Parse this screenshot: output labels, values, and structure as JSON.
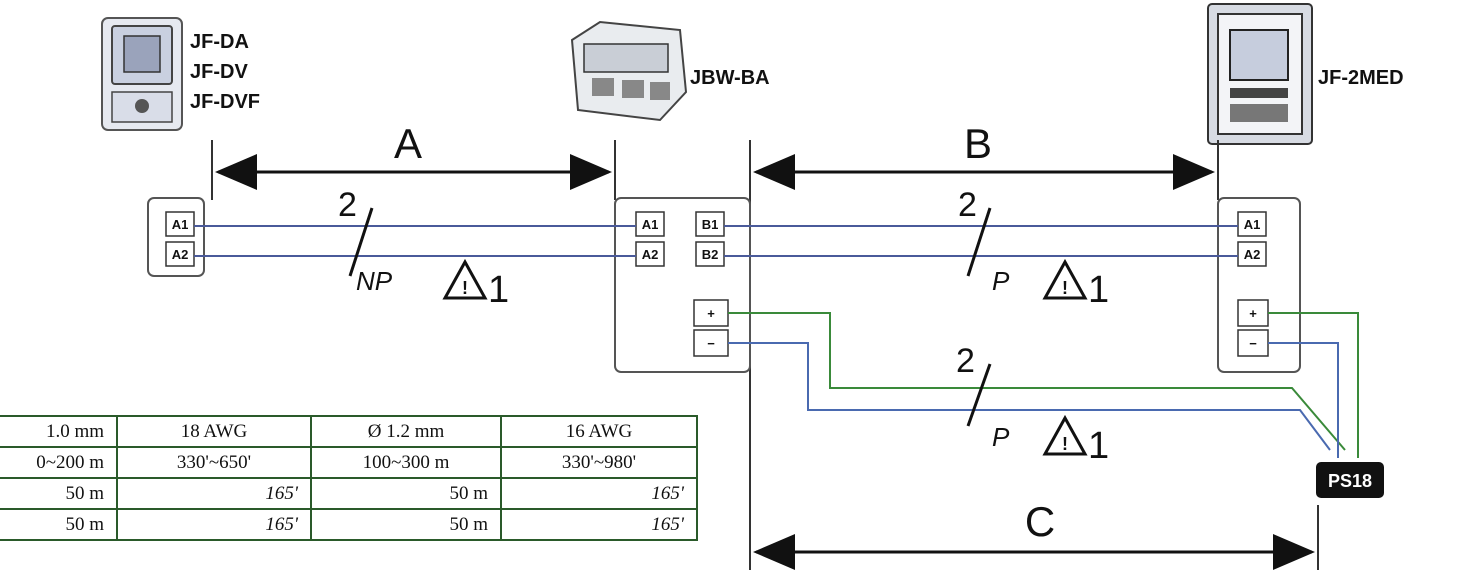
{
  "devices": {
    "door_station": [
      "JF-DA",
      "JF-DV",
      "JF-DVF"
    ],
    "adaptor": "JBW-BA",
    "master": "JF-2MED",
    "power_supply": "PS18"
  },
  "distances": {
    "a": "A",
    "b": "B",
    "c": "C"
  },
  "terminals": {
    "a1": "A1",
    "a2": "A2",
    "b1": "B1",
    "b2": "B2",
    "plus": "+",
    "minus": "−"
  },
  "wires": {
    "count": "2",
    "run_a_type": "NP",
    "run_b_type": "P",
    "run_c_type": "P",
    "note_ref": "1"
  },
  "wire_table": {
    "rows": [
      [
        "1.0 mm",
        "18 AWG",
        "Ø 1.2 mm",
        "16 AWG"
      ],
      [
        "0~200 m",
        "330'~650'",
        "100~300 m",
        "330'~980'"
      ],
      [
        "50 m",
        "165'",
        "50 m",
        "165'"
      ],
      [
        "50 m",
        "165'",
        "50 m",
        "165'"
      ]
    ]
  }
}
